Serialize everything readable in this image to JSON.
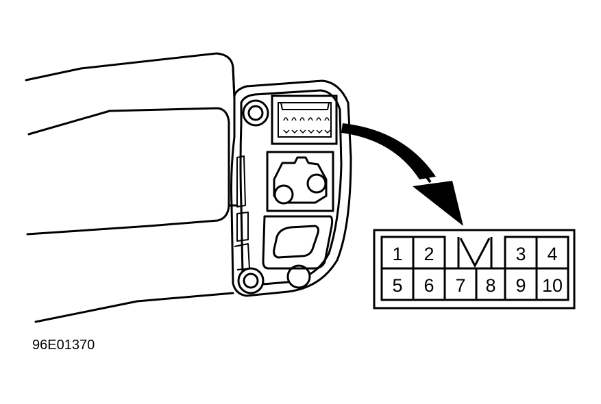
{
  "figure": {
    "id_label": "96E01370"
  },
  "connector": {
    "pins_top": [
      {
        "label": "1"
      },
      {
        "label": "2"
      },
      {
        "label": "3"
      },
      {
        "label": "4"
      }
    ],
    "pins_bottom": [
      {
        "label": "5"
      },
      {
        "label": "6"
      },
      {
        "label": "7"
      },
      {
        "label": "8"
      },
      {
        "label": "9"
      },
      {
        "label": "10"
      }
    ]
  },
  "colors": {
    "line": "#000000",
    "background": "#ffffff"
  }
}
